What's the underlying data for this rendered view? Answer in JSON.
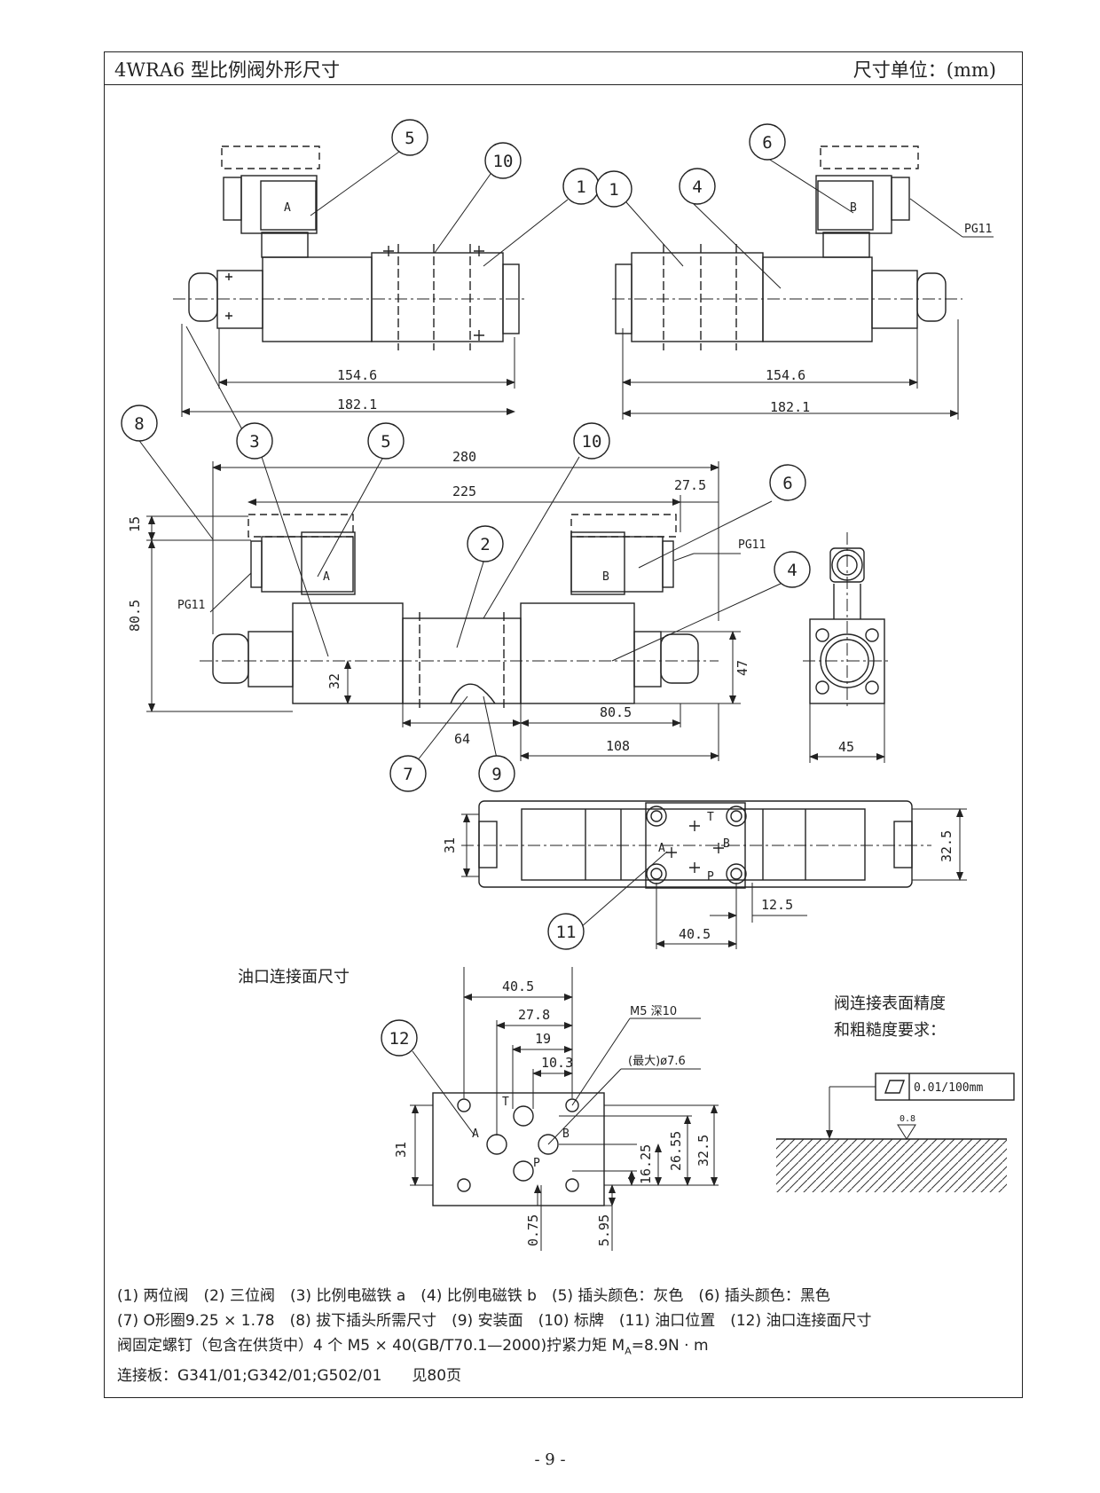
{
  "header": {
    "title": "4WRA6 型比例阀外形尺寸",
    "unit": "尺寸单位：(mm)"
  },
  "dims": {
    "d154_6": "154.6",
    "d182_1": "182.1",
    "d280": "280",
    "d225": "225",
    "d27_5": "27.5",
    "d15": "15",
    "d80_5": "80.5",
    "d32": "32",
    "d47": "47",
    "d64": "64",
    "d108": "108",
    "d45": "45",
    "d31": "31",
    "d32_5": "32.5",
    "d12_5": "12.5",
    "d40_5": "40.5",
    "d27_8": "27.8",
    "d19": "19",
    "d10_3": "10.3",
    "d26_55": "26.55",
    "d16_25": "16.25",
    "d0_75": "0.75",
    "d5_95": "5.95"
  },
  "labels": {
    "pg11": "PG11",
    "A": "A",
    "B": "B",
    "T": "T",
    "P": "P",
    "m5": "M5 深10",
    "max_dia": "(最大)ø7.6",
    "port_face": "油口连接面尺寸",
    "surface_req_1": "阀连接表面精度",
    "surface_req_2": "和粗糙度要求：",
    "flatness": "0.01/100mm",
    "roughness": "0.8"
  },
  "callouts": [
    "1",
    "2",
    "3",
    "4",
    "5",
    "6",
    "7",
    "8",
    "9",
    "10",
    "11",
    "12"
  ],
  "notes": {
    "line1": "(1) 两位阀　(2) 三位阀　(3) 比例电磁铁 a　(4) 比例电磁铁 b　(5) 插头颜色：灰色　(6) 插头颜色：黑色",
    "line2": "(7) O形圈9.25 × 1.78　(8) 拔下插头所需尺寸　(9) 安装面　(10) 标牌　(11) 油口位置　(12) 油口连接面尺寸",
    "line3": "阀固定螺钉（包含在供货中）4 个 M5 × 40(GB/T70.1—2000)拧紧力矩 M",
    "line3_sub": "A",
    "line3_end": "=8.9N · m",
    "line4": "连接板：G341/01;G342/01;G502/01　　见80页"
  },
  "page_number": "- 9 -"
}
